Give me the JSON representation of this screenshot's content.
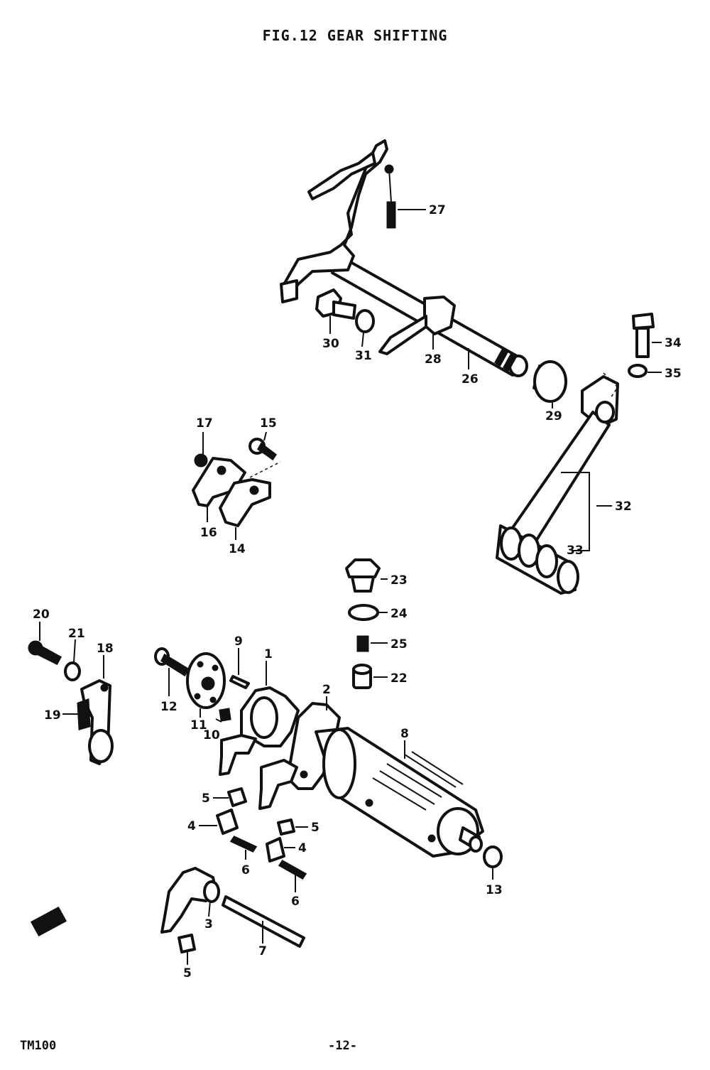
{
  "title": "FIG.12  GEAR SHIFTING",
  "footer": {
    "model": "TM100",
    "page": "-12-"
  },
  "labels": {
    "l1": "1",
    "l2": "2",
    "l3": "3",
    "l4a": "4",
    "l4b": "4",
    "l5a": "5",
    "l5b": "5",
    "l5c": "5",
    "l6a": "6",
    "l6b": "6",
    "l7": "7",
    "l8": "8",
    "l9": "9",
    "l10": "10",
    "l11": "11",
    "l12": "12",
    "l13": "13",
    "l14": "14",
    "l15": "15",
    "l16": "16",
    "l17": "17",
    "l18": "18",
    "l19": "19",
    "l20": "20",
    "l21": "21",
    "l22": "22",
    "l23": "23",
    "l24": "24",
    "l25": "25",
    "l26": "26",
    "l27": "27",
    "l28": "28",
    "l29": "29",
    "l30": "30",
    "l31": "31",
    "l32": "32",
    "l33": "33",
    "l34": "34",
    "l35": "35"
  },
  "colors": {
    "ink": "#111111",
    "paper": "#ffffff"
  },
  "icons": {
    "front_arrow": "arrow-left-icon"
  }
}
